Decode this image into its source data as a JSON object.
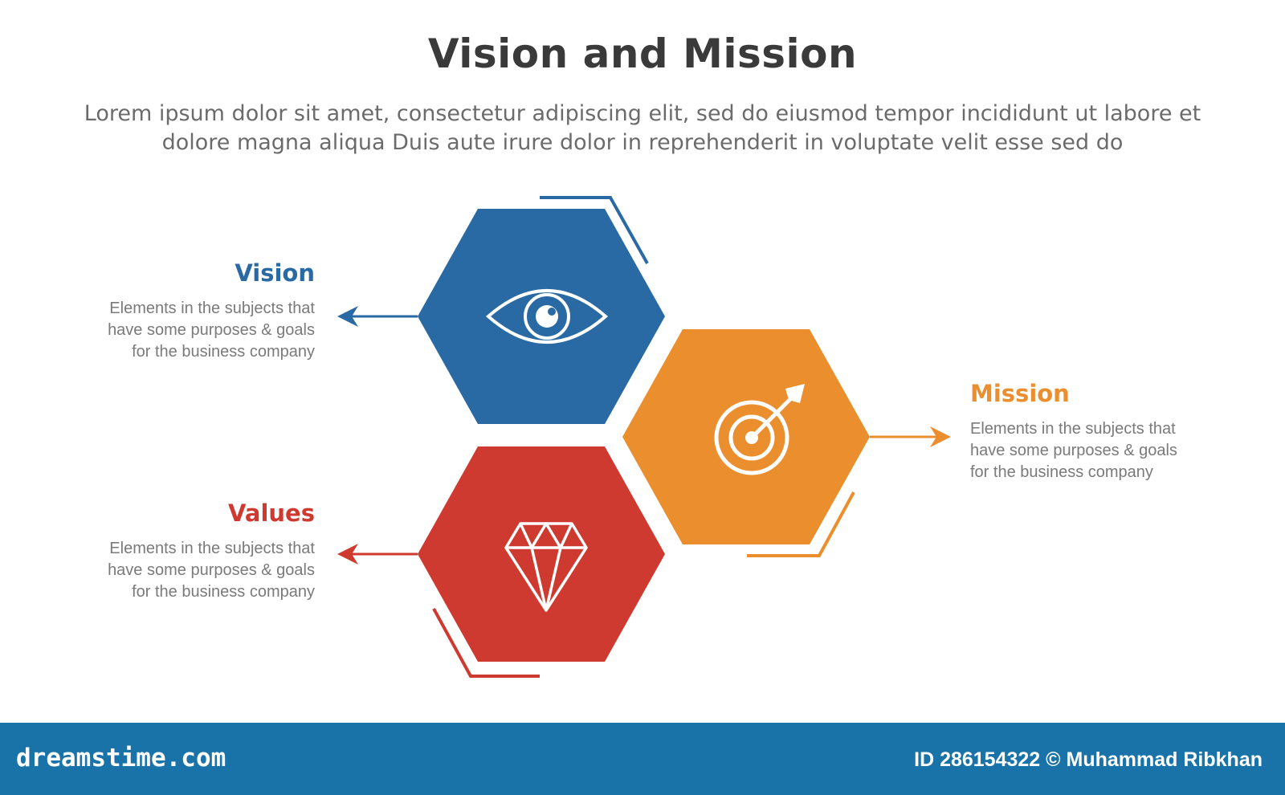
{
  "title": "Vision and Mission",
  "subtitle": "Lorem ipsum dolor sit amet, consectetur adipiscing elit, sed do eiusmod tempor incididunt ut labore et dolore magna aliqua Duis aute irure dolor in reprehenderit in voluptate velit esse sed do",
  "items": [
    {
      "title": "Vision",
      "description": "Elements in the subjects that\nhave  some purposes & goals\nfor the  business company",
      "color": "#2a6aa4",
      "icon": "eye-icon"
    },
    {
      "title": "Mission",
      "description": "Elements in the subjects that\nhave  some purposes & goals\nfor the  business company",
      "color": "#eb8e2e",
      "icon": "target-icon"
    },
    {
      "title": "Values",
      "description": "Elements in the subjects that\nhave  some purposes & goals\nfor the  business company",
      "color": "#cf3a30",
      "icon": "diamond-icon"
    }
  ],
  "footer": {
    "logo": "dreamstime.com",
    "credit": "ID 286154322 © Muhammad Ribkhan",
    "background": "#1a73a8"
  }
}
